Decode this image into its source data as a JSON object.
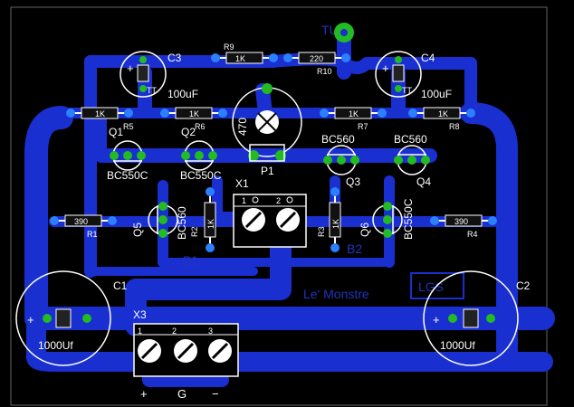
{
  "out_label": "TUO",
  "capacitors": [
    {
      "ref": "C3",
      "value": "100uF",
      "mark": "TT"
    },
    {
      "ref": "C4",
      "value": "100uF",
      "mark": "TT"
    },
    {
      "ref": "C1",
      "value": "1000Uf"
    },
    {
      "ref": "C2",
      "value": "1000Uf"
    }
  ],
  "resistors": [
    {
      "ref": "R9",
      "value": "1K"
    },
    {
      "ref": "R10",
      "value": "220"
    },
    {
      "ref": "R5",
      "value": "1K"
    },
    {
      "ref": "R6",
      "value": "1K"
    },
    {
      "ref": "R7",
      "value": "1K"
    },
    {
      "ref": "R8",
      "value": "1K"
    },
    {
      "ref": "R1",
      "value": "390"
    },
    {
      "ref": "R4",
      "value": "390"
    },
    {
      "ref": "R2",
      "value": "1K"
    },
    {
      "ref": "R3",
      "value": "1K"
    }
  ],
  "transistors": [
    {
      "ref": "Q1",
      "part": "BC550C"
    },
    {
      "ref": "Q2",
      "part": "BC550C"
    },
    {
      "ref": "Q3",
      "part": "BC560"
    },
    {
      "ref": "Q4",
      "part": "BC560"
    },
    {
      "ref": "Q5",
      "part": "BC560"
    },
    {
      "ref": "Q6",
      "part": "BC550C"
    }
  ],
  "trimpot": {
    "ref": "P1",
    "value": "470"
  },
  "terminals": [
    {
      "ref": "X1",
      "pins": [
        "1",
        "2"
      ]
    },
    {
      "ref": "X3",
      "pins": [
        "1",
        "2",
        "3"
      ]
    }
  ],
  "power_symbols": [
    "+",
    "G",
    "−"
  ],
  "copper_text": {
    "b1": "B1",
    "b2": "B2",
    "credit": "Le' Monstre",
    "logo": "LGS"
  }
}
